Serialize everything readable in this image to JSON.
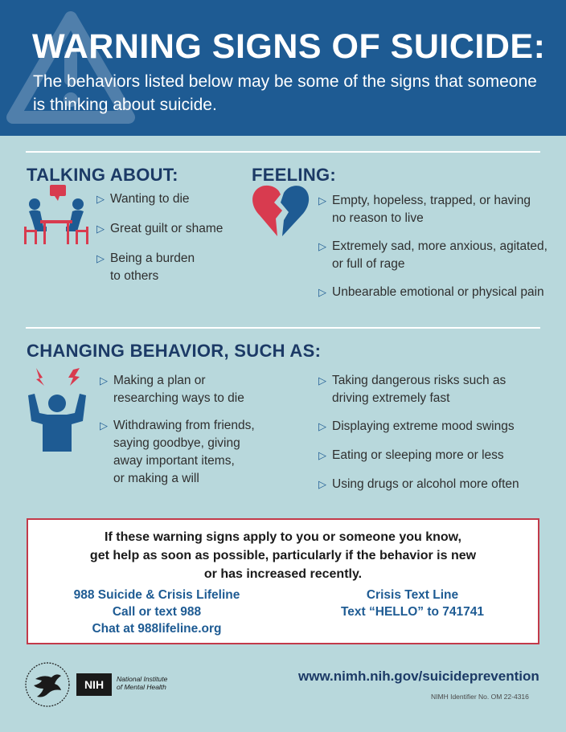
{
  "header": {
    "title": "WARNING SIGNS OF SUICIDE:",
    "subtitle": "The behaviors listed below may be some of the signs that someone is thinking about suicide.",
    "watermark_icon": "warning-triangle-icon"
  },
  "talking": {
    "heading": "TALKING ABOUT:",
    "icon": "conversation-icon",
    "items": [
      [
        "Wanting to die"
      ],
      [
        "Great guilt or shame"
      ],
      [
        "Being a burden",
        "to others"
      ]
    ]
  },
  "feeling": {
    "heading": "FEELING:",
    "icon": "broken-heart-icon",
    "items": [
      [
        "Empty, hopeless, trapped, or having",
        "no reason to live"
      ],
      [
        "Extremely sad, more anxious, agitated,",
        "or full of rage"
      ],
      [
        "Unbearable emotional or physical pain"
      ]
    ]
  },
  "behavior": {
    "heading": "CHANGING BEHAVIOR, SUCH AS:",
    "icon": "distressed-person-icon",
    "left_items": [
      [
        "Making a plan or",
        "researching ways to die"
      ],
      [
        "Withdrawing from friends,",
        "saying goodbye, giving",
        "away important items,",
        "or making a will"
      ]
    ],
    "right_items": [
      [
        "Taking dangerous risks such as",
        "driving extremely fast"
      ],
      [
        "Displaying extreme mood swings"
      ],
      [
        "Eating or sleeping more or less"
      ],
      [
        "Using drugs or alcohol more often"
      ]
    ]
  },
  "callout": {
    "message": [
      "If these warning signs apply to you or someone you know,",
      "get help as soon as possible, particularly if the behavior is new",
      "or has increased recently."
    ],
    "lifeline": [
      "988 Suicide & Crisis Lifeline",
      "Call or text 988",
      "Chat at 988lifeline.org"
    ],
    "textline": [
      "Crisis Text Line",
      "Text “HELLO” to 741741"
    ]
  },
  "footer": {
    "url": "www.nimh.nih.gov/suicideprevention",
    "identifier": "NIMH Identifier No. OM 22-4316",
    "nih_badge": "NIH",
    "nih_name": [
      "National Institute",
      "of Mental Health"
    ],
    "seal_icon": "hhs-seal-icon"
  },
  "colors": {
    "header_bg": "#1e5b93",
    "page_bg": "#b8d8dc",
    "heading": "#1c3a66",
    "accent_red": "#c23a4a",
    "icon_blue": "#1e5b93",
    "icon_red": "#d83b4f"
  }
}
